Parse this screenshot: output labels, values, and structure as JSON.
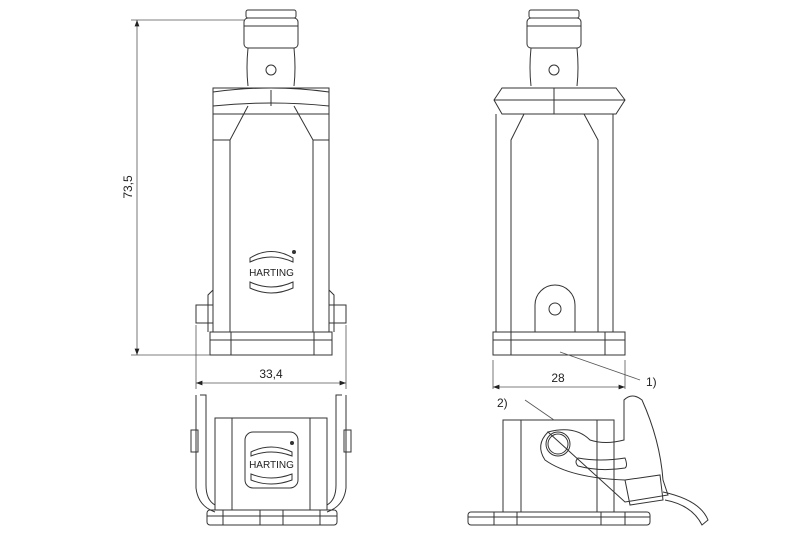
{
  "drawing": {
    "brand_logo": "HARTING",
    "dimensions": {
      "height": "73,5",
      "width_front": "33,4",
      "width_side": "28"
    },
    "callouts": {
      "callout_1": "1)",
      "callout_2": "2)"
    },
    "views": [
      "front-view",
      "side-view",
      "top-view-front",
      "top-view-side"
    ],
    "line_color": "#333333"
  }
}
